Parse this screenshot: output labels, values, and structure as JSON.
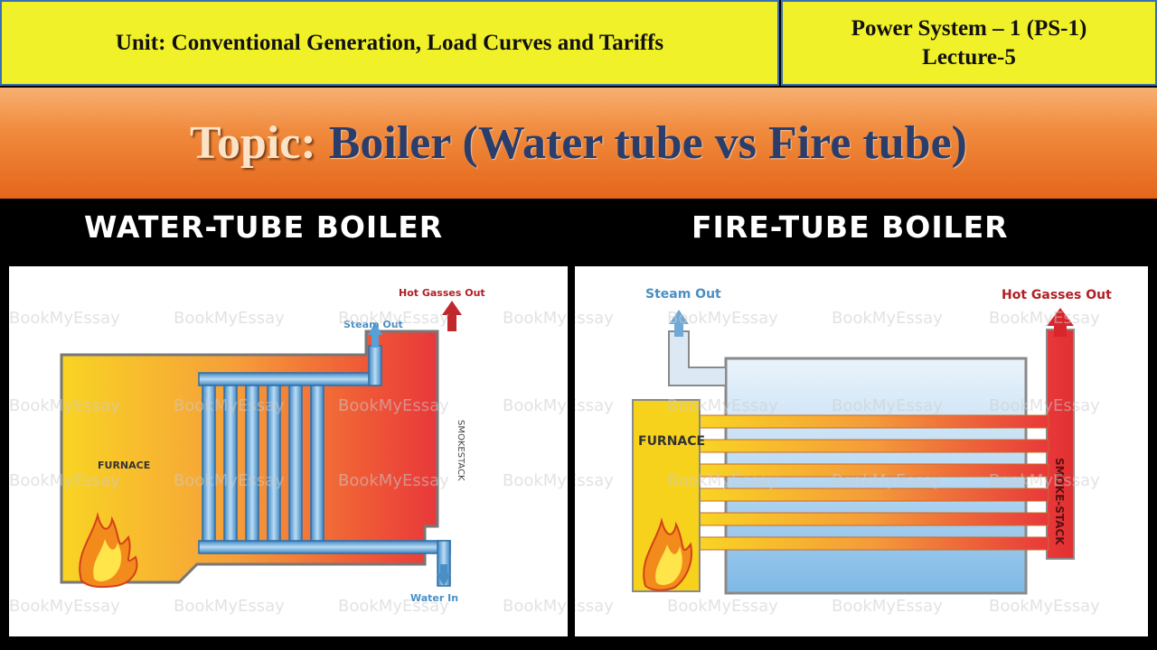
{
  "header": {
    "unit": "Unit: Conventional Generation, Load Curves and Tariffs",
    "course": "Power System – 1 (PS-1)",
    "lecture": "Lecture-5"
  },
  "topic": {
    "prefix": "Topic:",
    "title": "Boiler (Water tube vs Fire tube)"
  },
  "water_tube": {
    "title": "WATER-TUBE BOILER",
    "labels": {
      "hot_gasses": "Hot Gasses Out",
      "steam": "Steam Out",
      "furnace": "FURNACE",
      "smokestack": "SMOKESTACK",
      "water_in": "Water In"
    }
  },
  "fire_tube": {
    "title": "FIRE-TUBE BOILER",
    "labels": {
      "steam": "Steam Out",
      "hot_gasses": "Hot Gasses Out",
      "furnace": "FURNACE",
      "smokestack": "SMOKE-STACK"
    }
  },
  "watermark": "BookMyEssay",
  "colors": {
    "header_yellow": "#f1f12a",
    "topic_orange": "#f08a3c",
    "topic_blue": "#2a3d6b",
    "pipe_blue": "#6fa9d6",
    "gas_red": "#e8383a",
    "furnace_yellow": "#f7d21d",
    "label_red": "#b02025",
    "label_blue": "#4a8fc4"
  }
}
